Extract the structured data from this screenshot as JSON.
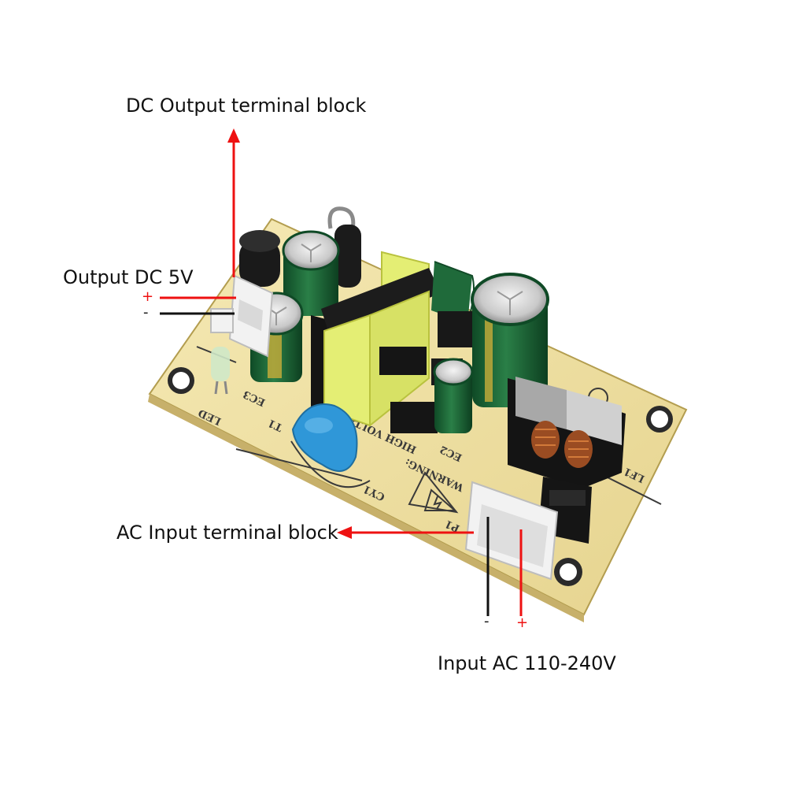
{
  "labels": {
    "dc_output": "DC Output terminal block",
    "output_dc": "Output DC 5V",
    "ac_input_block": "AC Input terminal block",
    "input_ac": "Input AC 110-240V"
  },
  "signs": {
    "out_plus": "+",
    "out_minus": "-",
    "in_minus": "-",
    "in_plus": "+"
  },
  "pcb": {
    "marking_high_voltage": "HIGH VOLTAGE",
    "marking_warning": "WARNING:",
    "ref_ec3": "EC3",
    "ref_ec2": "EC2",
    "ref_t1": "T1",
    "ref_cy1": "CY1",
    "ref_lf1": "LF1",
    "ref_led": "LED",
    "ref_p1": "P1"
  },
  "colors": {
    "arrow": "#ee1111",
    "wire_negative": "#111111",
    "wire_positive": "#ee1111",
    "board": "#efe2a6",
    "capacitor": "#1f6a3a",
    "transformer": "#e4ee74",
    "y_capacitor": "#2f97d8"
  }
}
